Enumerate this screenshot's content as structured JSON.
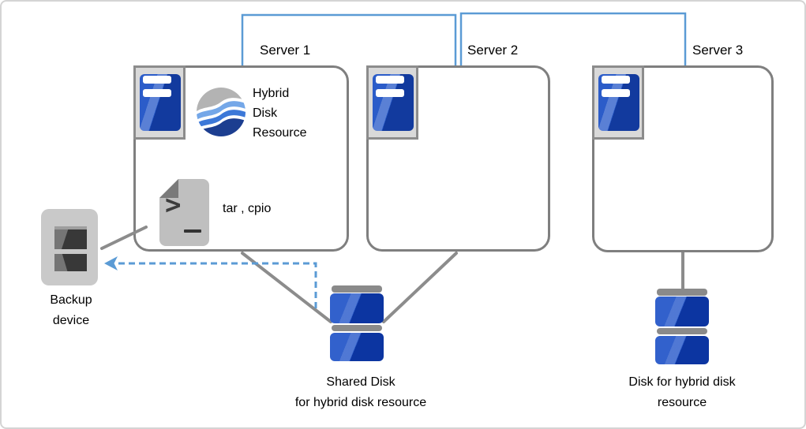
{
  "servers": [
    {
      "label": "Server 1"
    },
    {
      "label": "Server 2"
    },
    {
      "label": "Server 3"
    }
  ],
  "server1": {
    "hybrid_disk_resource_label": "Hybrid\nDisk\nResource",
    "backup_tools_label": "tar , cpio"
  },
  "backup_device": {
    "label": "Backup\ndevice"
  },
  "shared_disk": {
    "label": "Shared Disk\nfor hybrid disk resource"
  },
  "hybrid_disk": {
    "label": "Disk for hybrid disk\nresource"
  },
  "icons": [
    "server-icon",
    "hybrid-disk-resource-icon",
    "script-file-icon",
    "backup-device-icon",
    "shared-disk-icon",
    "hybrid-disk-icon"
  ],
  "colors": {
    "network_line": "#5b9bd5",
    "dashed_backup_arrow": "#5b9bd5",
    "connector_gray": "#8c8c8c",
    "box_border": "#7f7f7f",
    "server_blue_light": "#2b5cc9",
    "server_blue_dark": "#123a9e",
    "disk_blue_light": "#3261cc",
    "disk_blue_dark": "#0c35a1",
    "sphere_gray": "#b3b3b3",
    "sphere_light_blue": "#74a7e8",
    "sphere_mid_blue": "#3c78d8",
    "sphere_navy": "#1c3e90"
  }
}
